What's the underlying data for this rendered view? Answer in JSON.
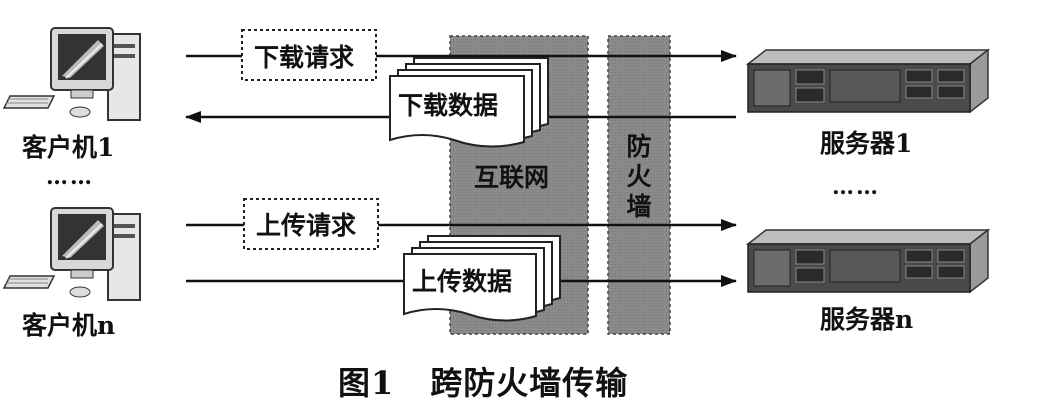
{
  "clients": [
    {
      "label": "客户机1"
    },
    {
      "label": "客户机n"
    }
  ],
  "servers": [
    {
      "label": "服务器1"
    },
    {
      "label": "服务器n"
    }
  ],
  "ellipsis_left": "……",
  "ellipsis_right": "……",
  "regions": {
    "internet": "互联网",
    "firewall": "防火墙"
  },
  "messages": {
    "download_request": "下载请求",
    "download_data": "下载数据",
    "upload_request": "上传请求",
    "upload_data": "上传数据"
  },
  "caption": {
    "number": "图1",
    "title": "跨防火墙传输"
  }
}
